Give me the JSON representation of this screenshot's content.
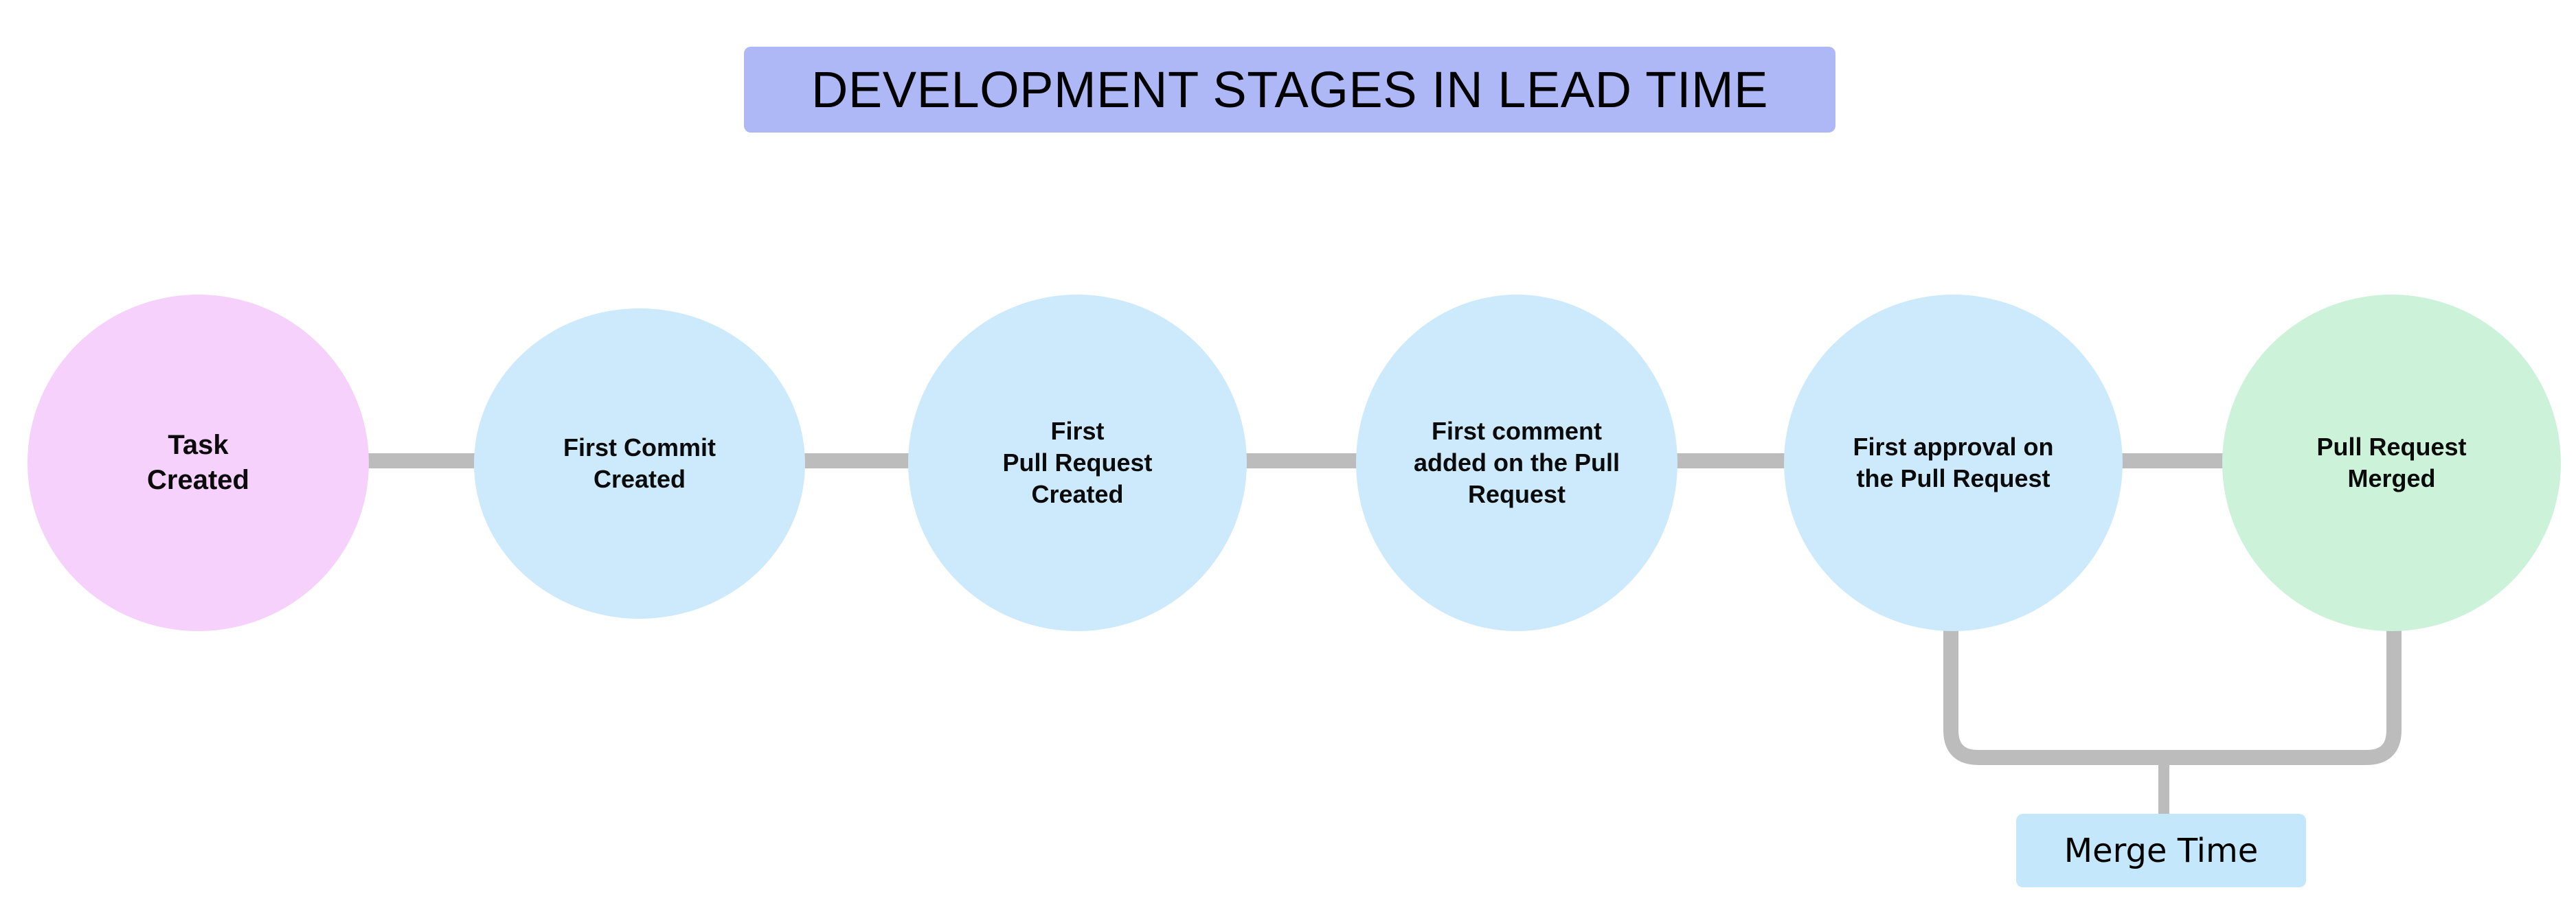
{
  "diagram": {
    "title": "DEVELOPMENT STAGES IN LEAD TIME",
    "title_bg_color": "#aeb8f7",
    "background_color": "#ffffff",
    "connector_color": "#bcbcbc",
    "stages": [
      {
        "id": "task-created",
        "label": "Task\nCreated",
        "fill_color": "#f6d1fb"
      },
      {
        "id": "first-commit-created",
        "label": "First Commit\nCreated",
        "fill_color": "#cdeafd"
      },
      {
        "id": "first-pull-request-created",
        "label": "First\nPull Request\nCreated",
        "fill_color": "#cdeafd"
      },
      {
        "id": "first-comment-on-pull-request",
        "label": "First comment\nadded on the Pull\nRequest",
        "fill_color": "#cdeafd"
      },
      {
        "id": "first-approval-on-pull-request",
        "label": "First approval on\nthe Pull Request",
        "fill_color": "#cdeafd"
      },
      {
        "id": "pull-request-merged",
        "label": "Pull Request\nMerged",
        "fill_color": "#ccf2da"
      }
    ],
    "annotations": [
      {
        "id": "merge-time",
        "label": "Merge Time",
        "fill_color": "#c5e7fb",
        "spans_from": "first-approval-on-pull-request",
        "spans_to": "pull-request-merged"
      }
    ]
  }
}
